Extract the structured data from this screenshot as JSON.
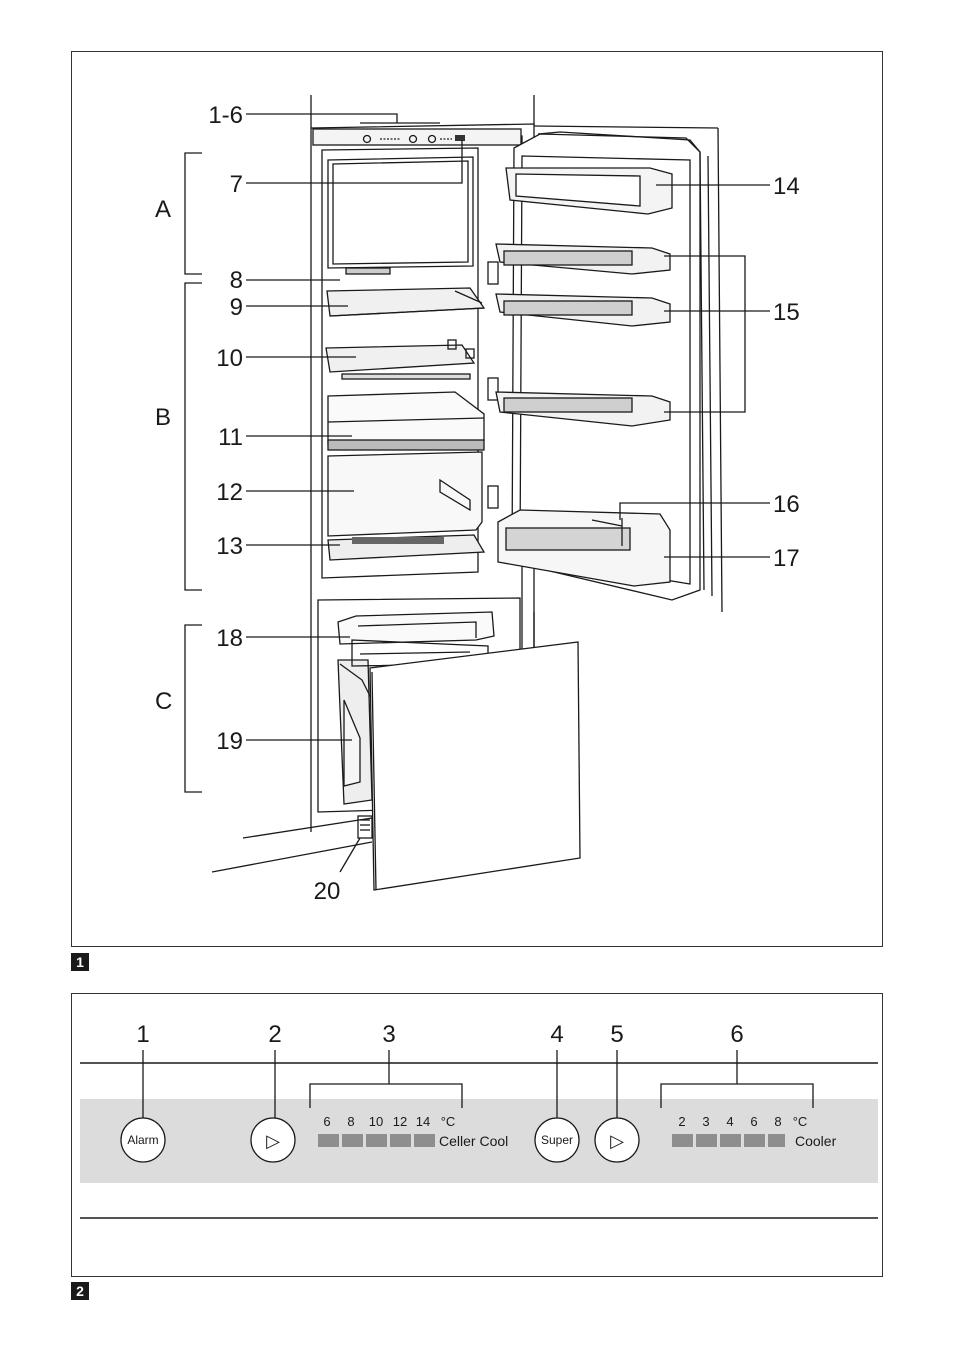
{
  "figure1": {
    "tag": "1",
    "section_labels": [
      "A",
      "B",
      "C"
    ],
    "callouts_left": [
      "1-6",
      "7",
      "8",
      "9",
      "10",
      "11",
      "12",
      "13",
      "18",
      "19"
    ],
    "callouts_right": [
      "14",
      "15",
      "16",
      "17"
    ],
    "callout_bottom": "20"
  },
  "figure2": {
    "tag": "2",
    "numbers": [
      "1",
      "2",
      "3",
      "4",
      "5",
      "6"
    ],
    "alarm_label": "Alarm",
    "super_label": "Super",
    "play_symbol": "▷",
    "cellar_scale": [
      "6",
      "8",
      "10",
      "12",
      "14",
      "°C"
    ],
    "cellar_label": "Celler Cool",
    "cooler_scale": [
      "2",
      "3",
      "4",
      "6",
      "8",
      "°C"
    ],
    "cooler_label": "Cooler"
  },
  "colors": {
    "panel": "#dcdcdc",
    "segment": "#8e8e8e",
    "line": "#1a1a1a"
  }
}
